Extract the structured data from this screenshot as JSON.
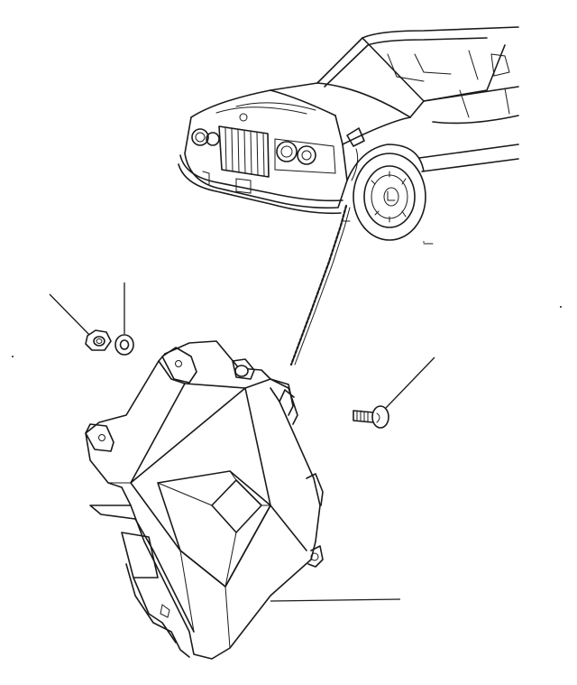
{
  "diagram": {
    "style": "exploded parts diagram, black line art on white",
    "background_color": "#ffffff",
    "line_color": "#1a1a1a",
    "parts": [
      {
        "id": "vehicle",
        "icon": "car-front-three-quarter-icon"
      },
      {
        "id": "nut",
        "icon": "hex-nut-icon"
      },
      {
        "id": "washer",
        "icon": "washer-icon"
      },
      {
        "id": "screw",
        "icon": "screw-icon"
      },
      {
        "id": "ecu-bracket",
        "icon": "control-unit-tray-icon"
      }
    ]
  }
}
